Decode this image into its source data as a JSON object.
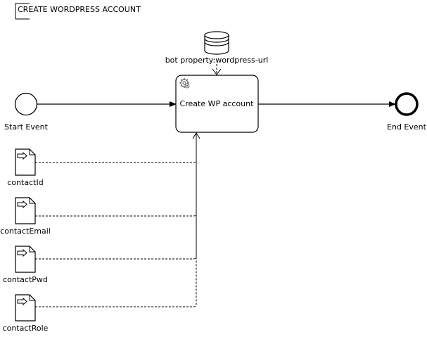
{
  "diagram": {
    "title": "CREATE WORDPRESS ACCOUNT",
    "start_event": {
      "label": "Start Event"
    },
    "task": {
      "label": "Create WP account",
      "icon": "gear-icon"
    },
    "data_store": {
      "label": "bot property:wordpress-url"
    },
    "end_event": {
      "label": "End Event"
    },
    "data_inputs": [
      {
        "label": "contactId"
      },
      {
        "label": "contactEmail"
      },
      {
        "label": "contactPwd"
      },
      {
        "label": "contactRole"
      }
    ]
  }
}
